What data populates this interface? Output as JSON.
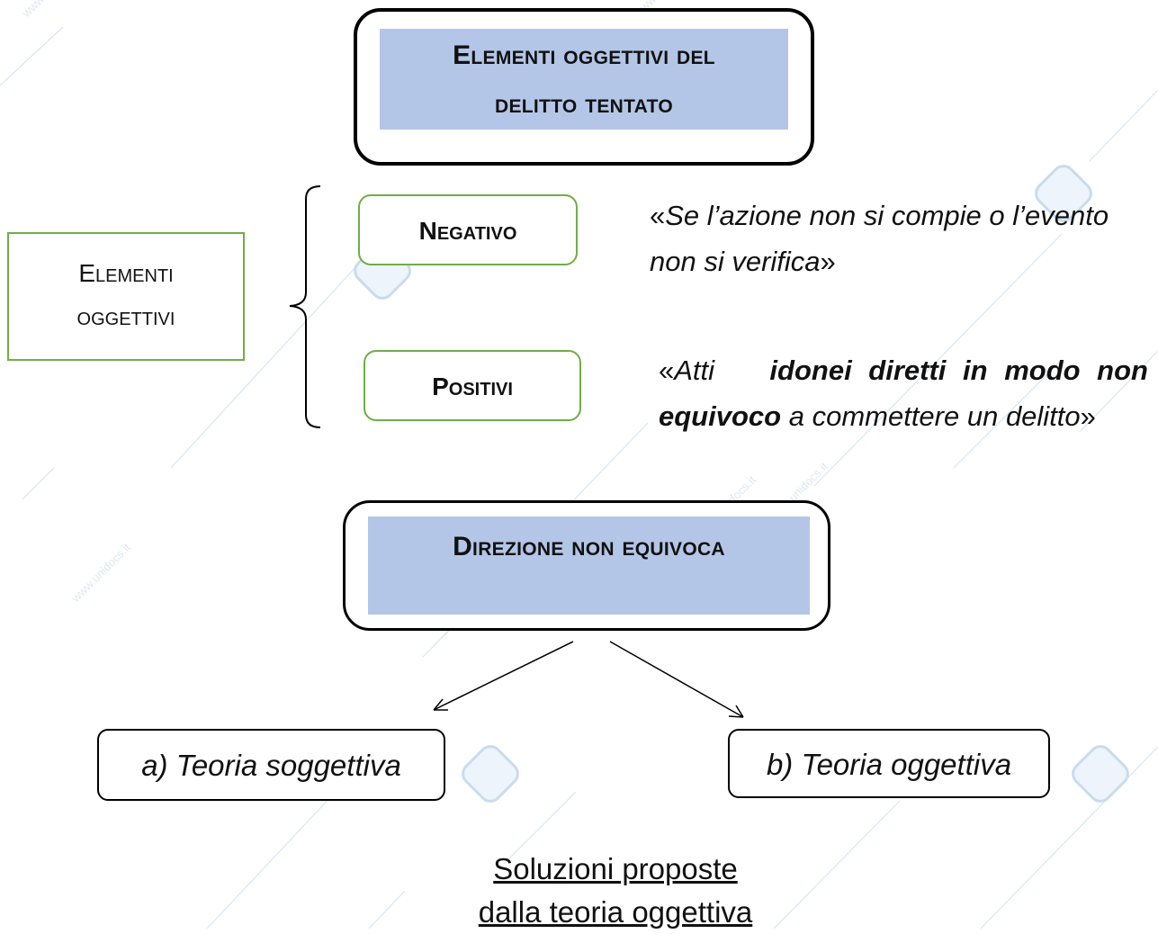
{
  "title_box": {
    "line1": "Elementi oggettivi del",
    "line2": "delitto tentato"
  },
  "left_box": {
    "line1": "Elementi",
    "line2": "oggettivi"
  },
  "elements": {
    "negativo": {
      "label": "Negativo",
      "quote_open": "«",
      "quote_italic_1": "Se l’azione non si compie o l’evento",
      "quote_italic_2": "non si verifica",
      "quote_close": "»"
    },
    "positivi": {
      "label": "Positivi",
      "quote_open": "«",
      "quote_italic_a": "Atti",
      "quote_bold_a": "idonei diretti in modo non",
      "quote_bold_b": "equivoco",
      "quote_italic_b": "a commettere un delitto",
      "quote_close": "»"
    }
  },
  "direction_box": {
    "label": "Direzione non equivoca"
  },
  "theories": {
    "a": "a) Teoria soggettiva",
    "b": "b) Teoria oggettiva"
  },
  "footer": {
    "line1": "Soluzioni proposte",
    "line2": "dalla teoria oggettiva"
  },
  "watermark": {
    "text": "www.unidocs.it"
  },
  "colors": {
    "accent_blue": "#b4c6e7",
    "green_border": "#70ad47",
    "logo_blue": "#c9dcee"
  }
}
